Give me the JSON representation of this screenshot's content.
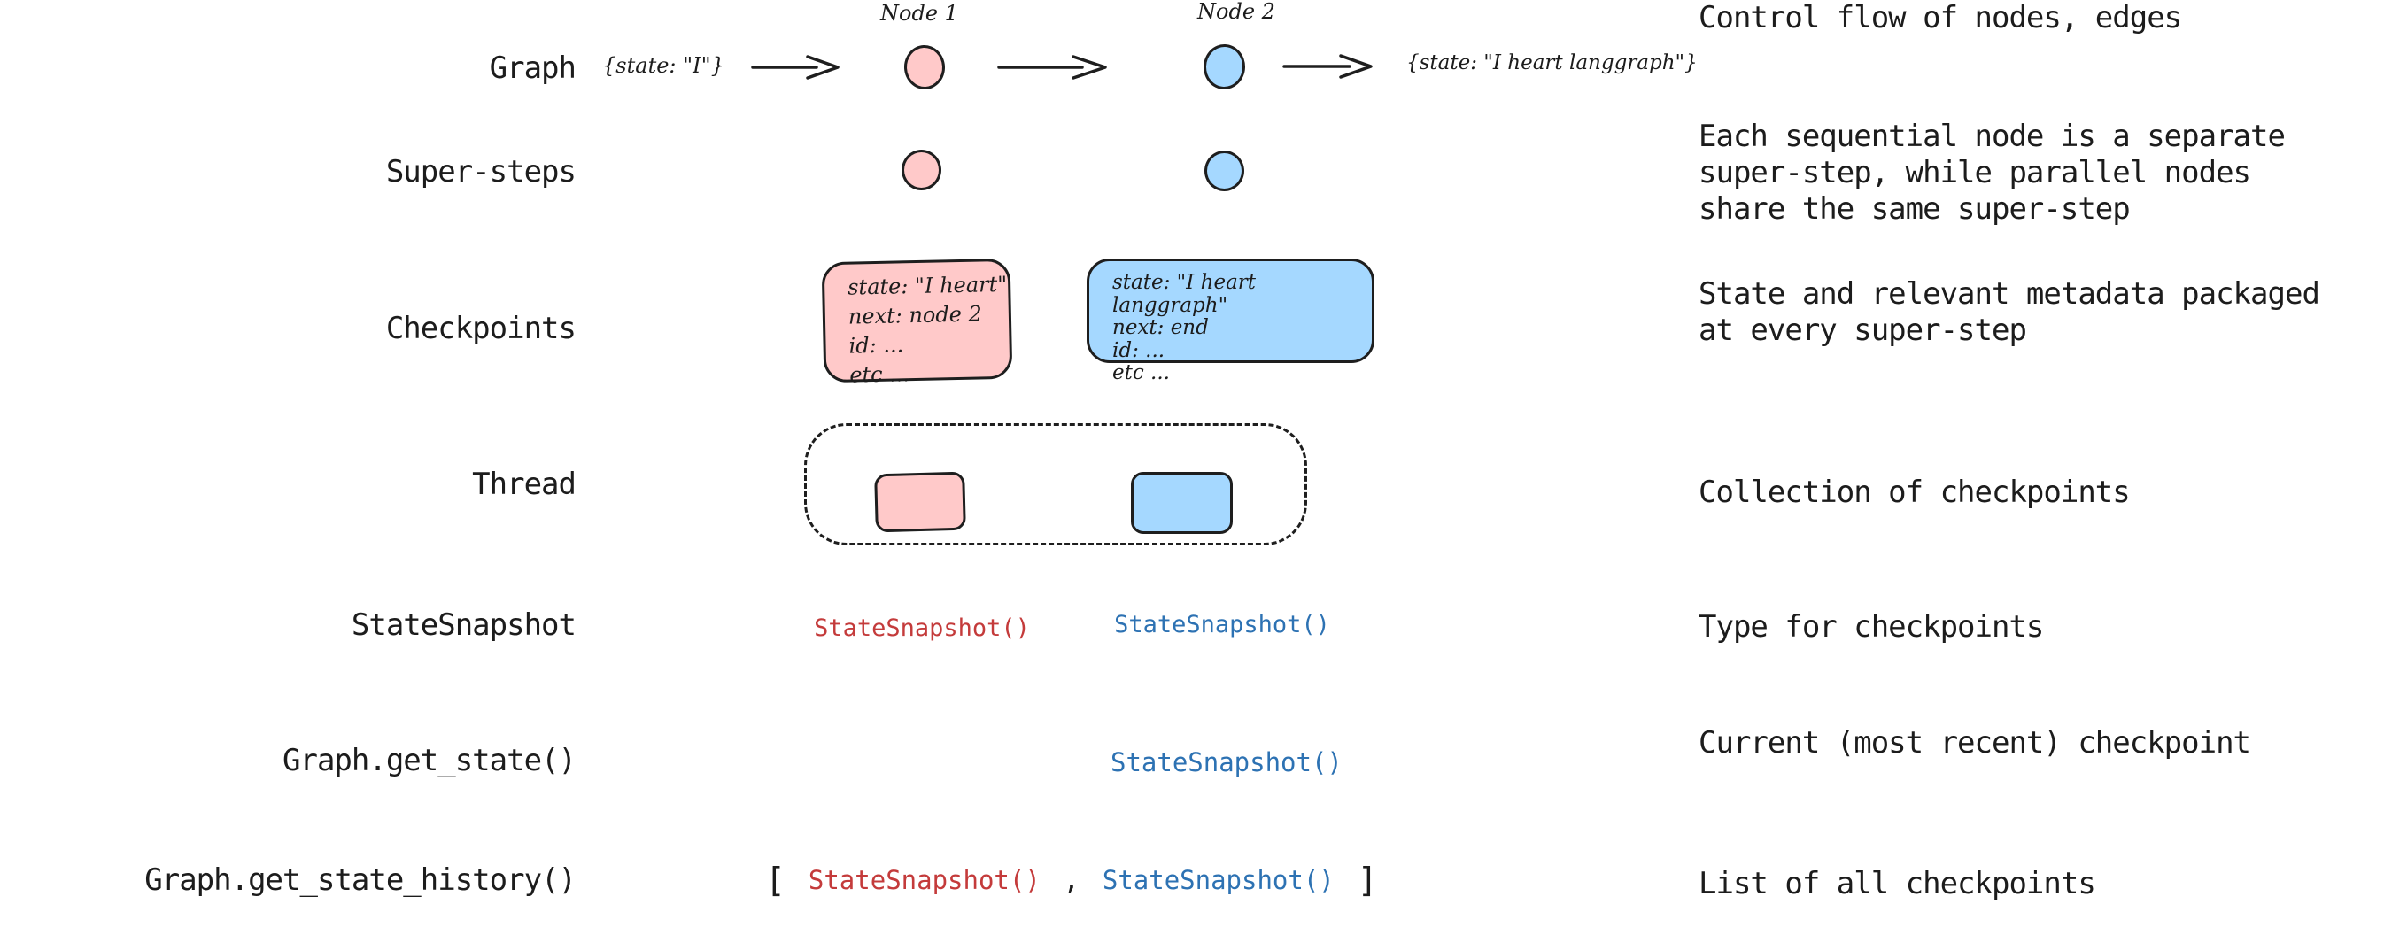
{
  "colors": {
    "pink_fill": "#ffc9c9",
    "blue_fill": "#a5d8ff",
    "outline": "#1e1e1e",
    "red_code": "#c43b3b",
    "blue_code": "#2d72b3",
    "text": "#1c1c1c"
  },
  "rows": {
    "graph": {
      "label": "Graph",
      "input_state": "{state: \"I\"}",
      "node1_label": "Node 1",
      "node2_label": "Node 2",
      "output_state": "{state: \"I heart langgraph\"}",
      "description": "Control flow of nodes, edges"
    },
    "supersteps": {
      "label": "Super-steps",
      "description_lines": [
        "Each sequential node is a separate",
        "super-step, while parallel nodes",
        "share the same super-step"
      ]
    },
    "checkpoints": {
      "label": "Checkpoints",
      "pink_card_lines": [
        "state: \"I heart\"",
        "next: node 2",
        "id: ...",
        "etc ..."
      ],
      "blue_card_lines": [
        "state: \"I heart langgraph\"",
        "next: end",
        "id: ...",
        "etc ..."
      ],
      "description_lines": [
        "State and relevant metadata packaged",
        "at every super-step"
      ]
    },
    "thread": {
      "label": "Thread",
      "description": "Collection of checkpoints"
    },
    "statesnapshot": {
      "label": "StateSnapshot",
      "red_text": "StateSnapshot()",
      "blue_text": "StateSnapshot()",
      "description": "Type for checkpoints"
    },
    "get_state": {
      "label": "Graph.get_state()",
      "blue_text": "StateSnapshot()",
      "description": "Current (most recent) checkpoint"
    },
    "get_state_history": {
      "label": "Graph.get_state_history()",
      "open_bracket": "[",
      "red_text": "StateSnapshot()",
      "comma": ",",
      "blue_text": "StateSnapshot()",
      "close_bracket": "]",
      "description": "List of all checkpoints"
    }
  }
}
